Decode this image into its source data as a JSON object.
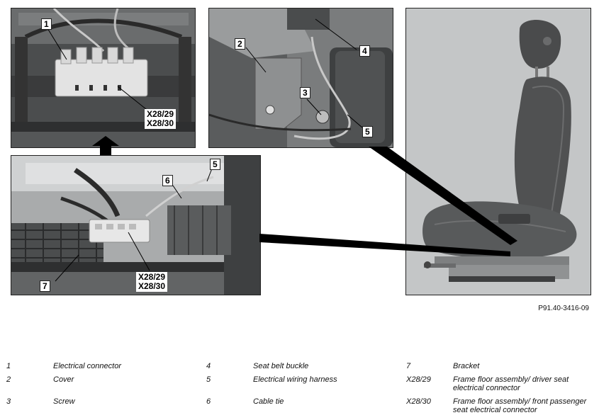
{
  "callouts": {
    "c1": "1",
    "c2": "2",
    "c3": "3",
    "c4": "4",
    "c5a": "5",
    "c5b": "5",
    "c6": "6",
    "c7": "7"
  },
  "connectors": {
    "top_line1": "X28/29",
    "top_line2": "X28/30",
    "bottom_line1": "X28/29",
    "bottom_line2": "X28/30"
  },
  "reference": "P91.40-3416-09",
  "legend": [
    {
      "num": "1",
      "desc": "Electrical connector"
    },
    {
      "num": "2",
      "desc": "Cover"
    },
    {
      "num": "3",
      "desc": "Screw"
    },
    {
      "num": "4",
      "desc": "Seat belt buckle"
    },
    {
      "num": "5",
      "desc": "Electrical wiring harness"
    },
    {
      "num": "6",
      "desc": "Cable tie"
    },
    {
      "num": "7",
      "desc": "Bracket"
    },
    {
      "num": "X28/29",
      "desc": "Frame floor assembly/ driver seat electrical connector"
    },
    {
      "num": "X28/30",
      "desc": "Frame floor assembly/ front passenger seat electrical connector"
    }
  ]
}
